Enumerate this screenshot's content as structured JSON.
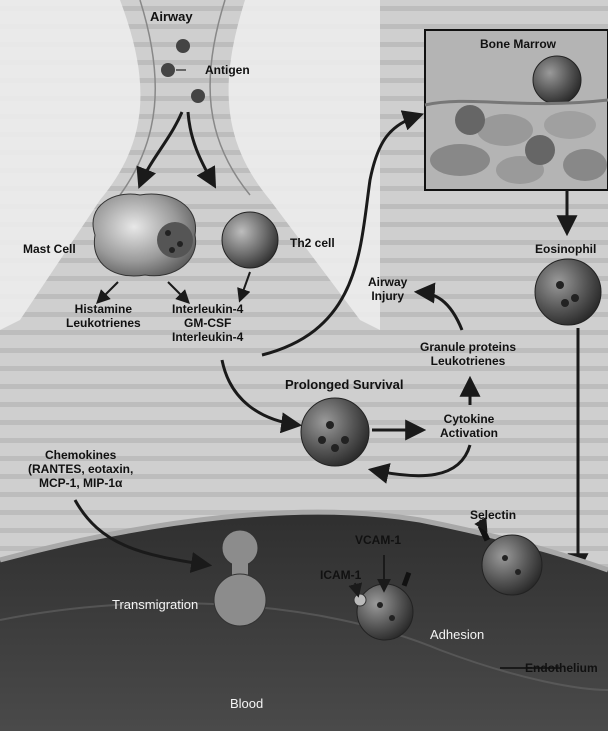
{
  "labels": {
    "airway": "Airway",
    "antigen": "Antigen",
    "bone_marrow": "Bone Marrow",
    "mast_cell": "Mast Cell",
    "th2_cell": "Th2 cell",
    "eosinophil": "Eosinophil",
    "airway_injury": [
      "Airway",
      "Injury"
    ],
    "histamine_leukotrienes": [
      "Histamine",
      "Leukotrienes"
    ],
    "interleukins": [
      "Interleukin-4",
      "GM-CSF",
      "Interleukin-4"
    ],
    "granule_proteins": [
      "Granule proteins",
      "Leukotrienes"
    ],
    "prolonged_survival": "Prolonged Survival",
    "cytokine_activation": [
      "Cytokine",
      "Activation"
    ],
    "chemokines": [
      "Chemokines",
      "(RANTES, eotaxin,",
      "MCP-1, MIP-1α"
    ],
    "selectin": "Selectin",
    "vcam": "VCAM-1",
    "icam": "ICAM-1",
    "transmigration": "Transmigration",
    "adhesion": "Adhesion",
    "endothelium": "Endothelium",
    "blood": "Blood"
  },
  "colors": {
    "background": "#d9d9d9",
    "text_block": "#c6c6c6",
    "airway_wall": "#efefef",
    "vessel": "#3b3b3b",
    "cell_dark": "#4a4a4a",
    "arrow": "#1a1a1a"
  }
}
